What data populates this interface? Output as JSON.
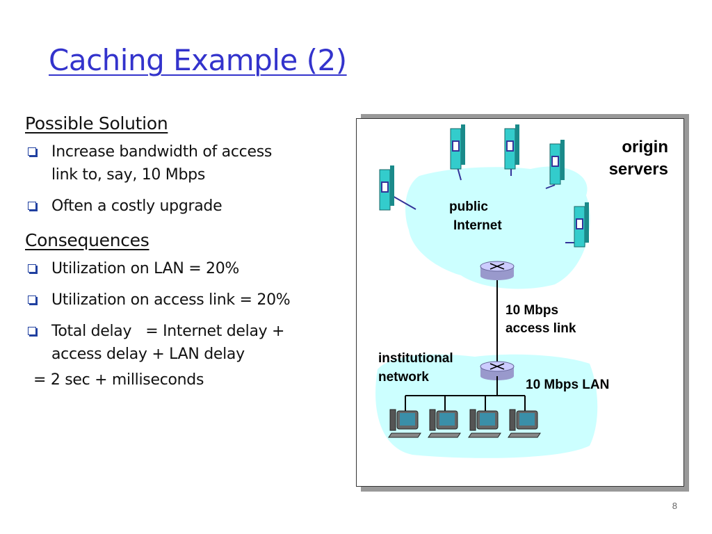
{
  "slide": {
    "title": "Caching Example (2)",
    "page_number": "8"
  },
  "solution": {
    "heading": "Possible Solution",
    "bullets": [
      {
        "line1": "Increase bandwidth of access",
        "line2": "link to, say, 10 Mbps"
      },
      {
        "line1": "Often a costly upgrade",
        "line2": ""
      }
    ]
  },
  "consequences": {
    "heading": "Consequences",
    "bullets": [
      {
        "line1": "Utilization on LAN = 20%",
        "line2": ""
      },
      {
        "line1": "Utilization on access link = 20%",
        "line2": ""
      },
      {
        "line1": "Total delay   = Internet delay +",
        "line2": "access delay + LAN delay"
      }
    ],
    "tail": "=  2 sec + milliseconds"
  },
  "diagram": {
    "origin_servers": {
      "line1": "origin",
      "line2": "servers"
    },
    "public_internet": {
      "line1": "public",
      "line2": "Internet"
    },
    "access_link": {
      "line1": "10 Mbps",
      "line2": "access link"
    },
    "institutional_network": {
      "line1": "institutional",
      "line2": "network"
    },
    "lan": "10 Mbps LAN"
  },
  "colors": {
    "title": "#3333cc",
    "cloud": "#ccffff",
    "server": "#33cccc",
    "link": "#333399",
    "router": "#ccccff"
  }
}
